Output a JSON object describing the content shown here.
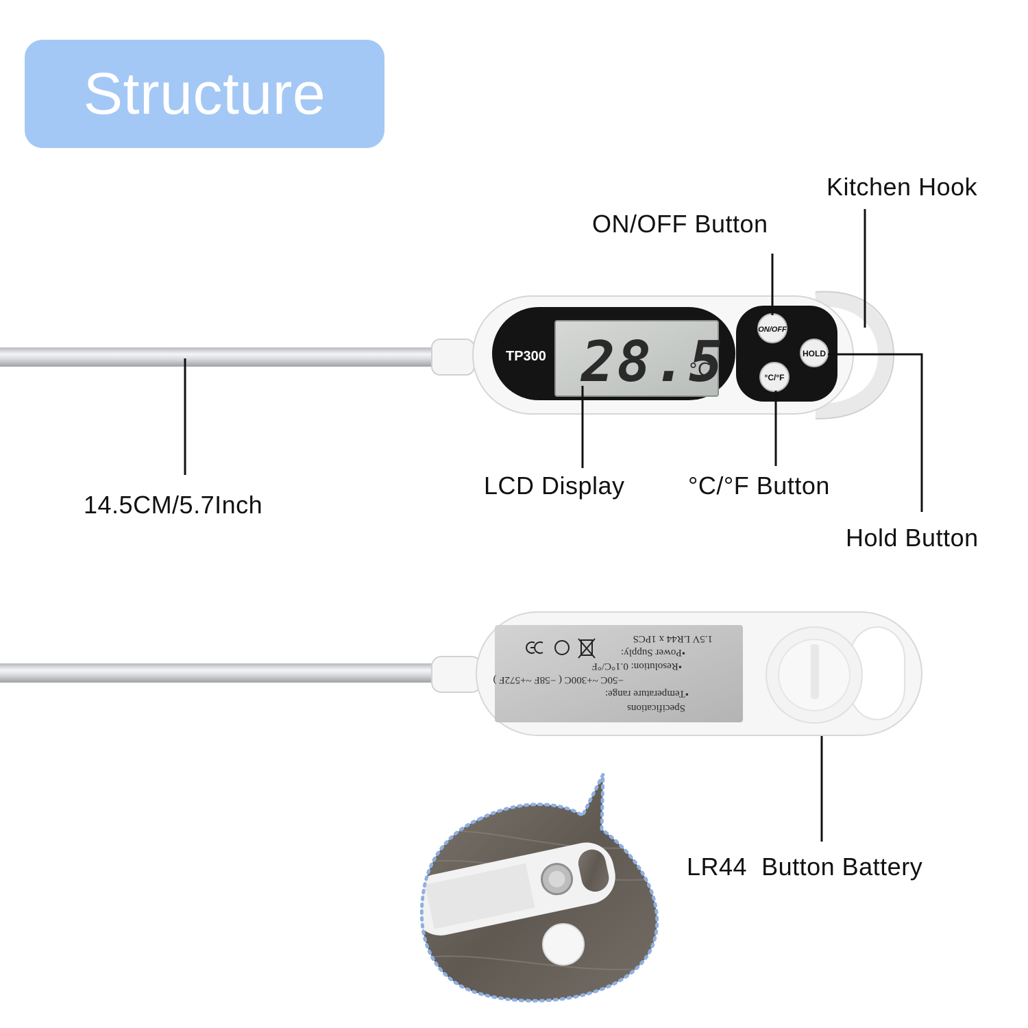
{
  "title": "Structure",
  "device": {
    "model": "TP300",
    "reading": "28.5",
    "unit_symbol": "°C",
    "buttons": {
      "power": "ON/OFF",
      "hold": "HOLD",
      "unit": "°C/°F"
    }
  },
  "labels": {
    "probe_length": "14.5CM/5.7Inch",
    "lcd": "LCD Display",
    "on_off": "ON/OFF Button",
    "kitchen_hook": "Kitchen Hook",
    "unit_button": "°C/°F Button",
    "hold_button": "Hold Button",
    "battery": "LR44  Button Battery"
  },
  "back_label": {
    "heading": "Specifications",
    "lines": [
      "•Temperature range:",
      "−50C ~+300C    ( −58F ~+572F )",
      "•Resolution: 0.1°C/°F",
      "•Power Supply:",
      "1.5V LR44 x 1PCS"
    ]
  },
  "colors": {
    "badge": "#a3c8f5",
    "title_text": "#ffffff",
    "leader_lines": "#111111",
    "device_body": "#f7f7f7",
    "display_bezel": "#111111",
    "lcd_screen": "#c9ccc9",
    "probe": "#c9cbce",
    "spec_plate": "#c6c6c6",
    "callout_border": "#8fb0e0",
    "wood": "#6f6860"
  }
}
